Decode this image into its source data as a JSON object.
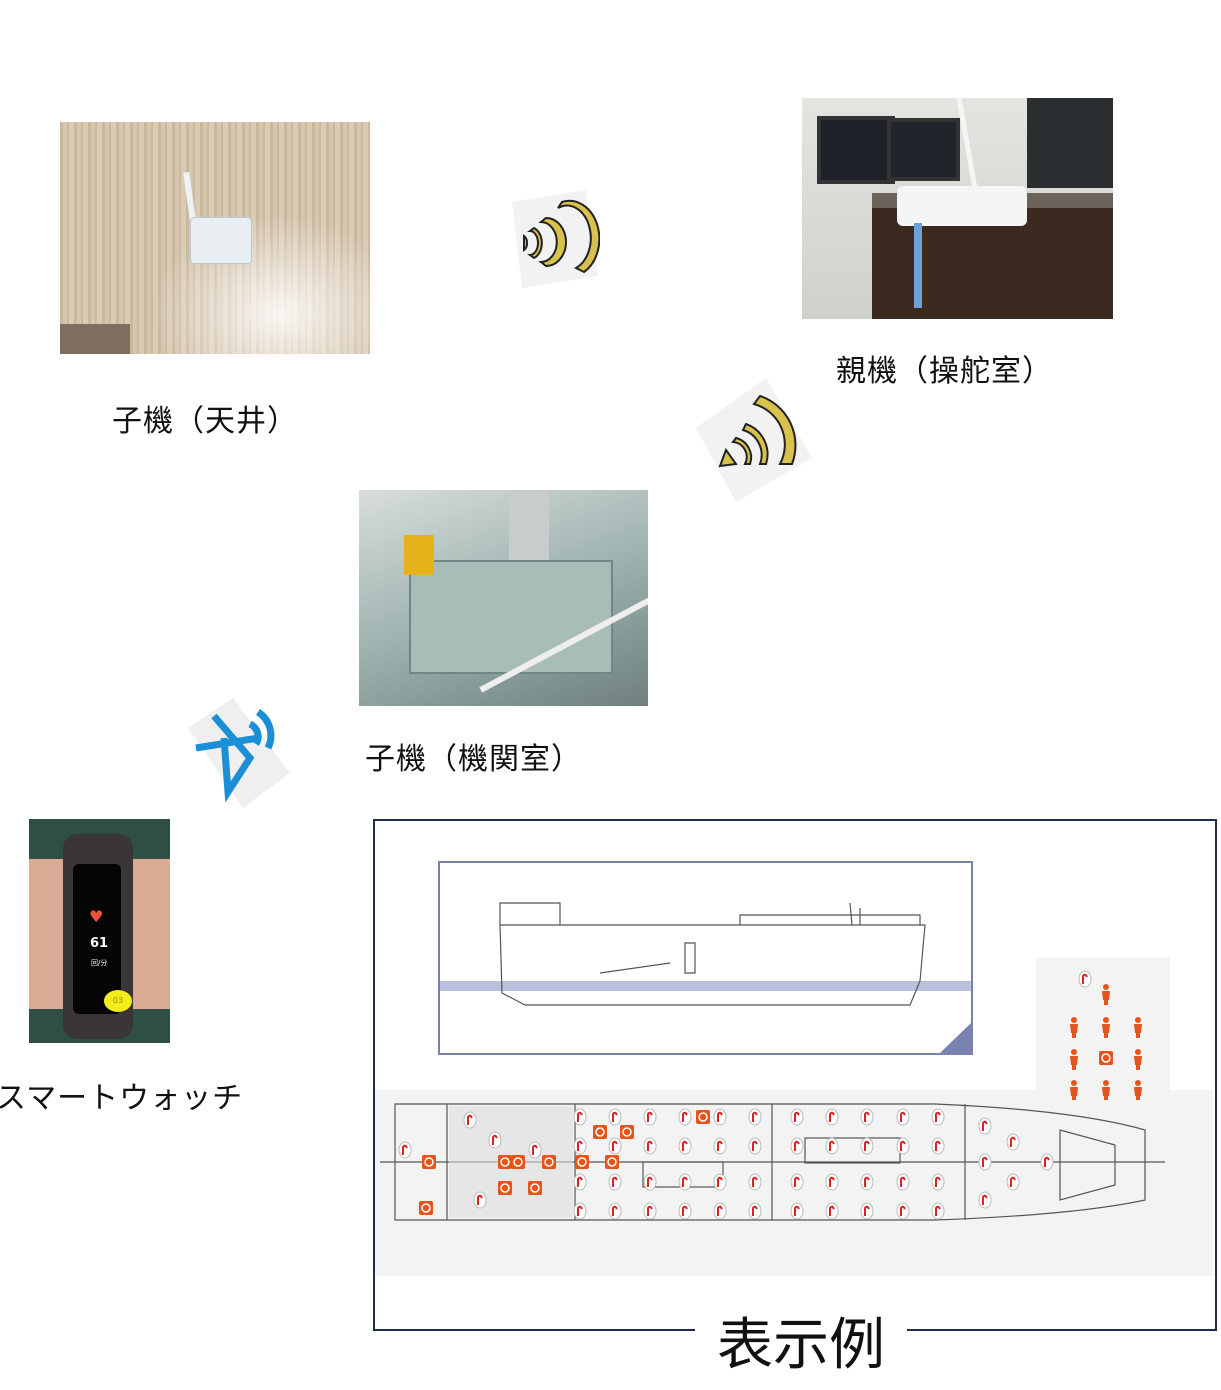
{
  "labels": {
    "ceiling_unit": "子機（天井）",
    "bridge_unit": "親機（操舵室）",
    "engine_unit": "子機（機関室）",
    "smartwatch": "スマートウォッチ",
    "display_example": "表示例"
  },
  "smartwatch_screen": {
    "heart_rate": "61",
    "unit": "回/分",
    "tag": "03"
  },
  "icons": {
    "wifi": "wifi-signal-icon",
    "bluetooth": "bluetooth-icon"
  },
  "colors": {
    "wifi": "#d9c14e",
    "bluetooth": "#1a8fd6",
    "marker": "#e8531a",
    "frame": "#1f2d4a"
  }
}
